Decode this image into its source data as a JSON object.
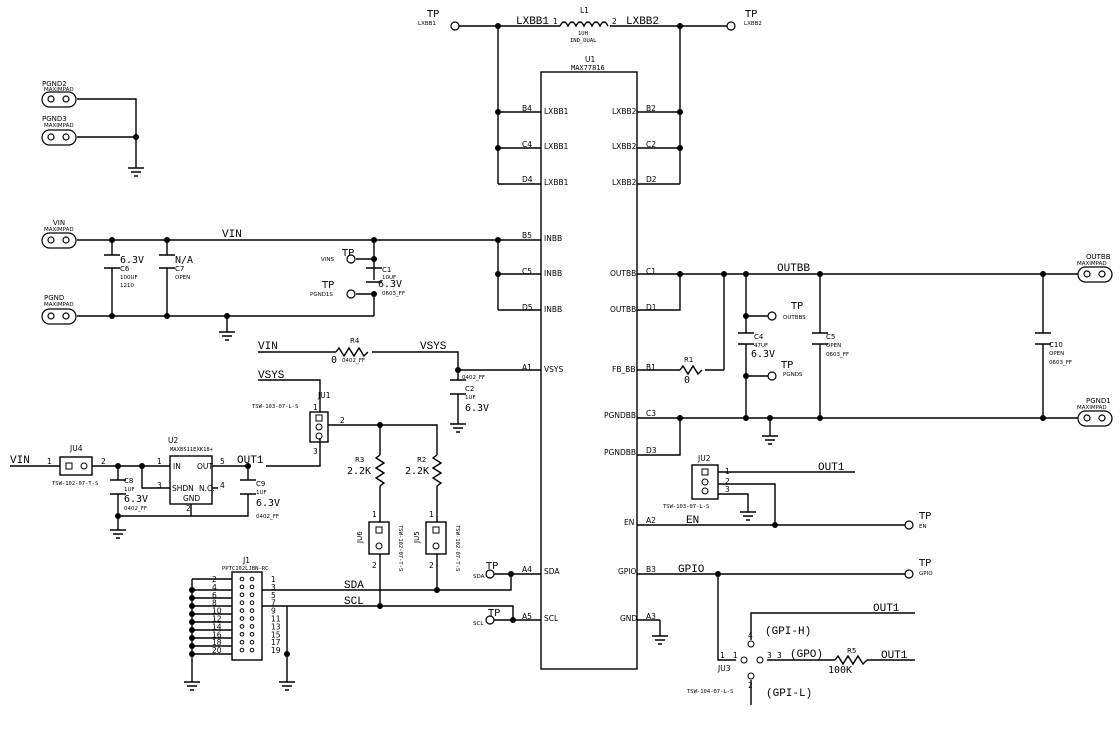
{
  "u1": {
    "ref": "U1",
    "part": "MAX77816",
    "left_pins": [
      {
        "num": "B4",
        "name": "LXBB1"
      },
      {
        "num": "C4",
        "name": "LXBB1"
      },
      {
        "num": "D4",
        "name": "LXBB1"
      },
      {
        "num": "B5",
        "name": "INBB"
      },
      {
        "num": "C5",
        "name": "INBB"
      },
      {
        "num": "D5",
        "name": "INBB"
      },
      {
        "num": "A1",
        "name": "VSYS"
      },
      {
        "num": "A4",
        "name": "SDA"
      },
      {
        "num": "A5",
        "name": "SCL"
      }
    ],
    "right_pins": [
      {
        "num": "B2",
        "name": "LXBB2"
      },
      {
        "num": "C2",
        "name": "LXBB2"
      },
      {
        "num": "D2",
        "name": "LXBB2"
      },
      {
        "num": "C1",
        "name": "OUTBB"
      },
      {
        "num": "D1",
        "name": "OUTBB"
      },
      {
        "num": "B1",
        "name": "FB_BB"
      },
      {
        "num": "C3",
        "name": "PGNDBB"
      },
      {
        "num": "D3",
        "name": "PGNDBB"
      },
      {
        "num": "A2",
        "name": "EN"
      },
      {
        "num": "B3",
        "name": "GPIO"
      },
      {
        "num": "A3",
        "name": "GND"
      }
    ]
  },
  "l1": {
    "ref": "L1",
    "value": "1UH",
    "part": "IND_DUAL",
    "pin1": "1",
    "pin2": "2"
  },
  "nets": {
    "lxbb1": "LXBB1",
    "lxbb2": "LXBB2",
    "vin": "VIN",
    "vsys": "VSYS",
    "out1": "OUT1",
    "outbb": "OUTBB",
    "sda": "SDA",
    "scl": "SCL",
    "en": "EN",
    "gpio": "GPIO"
  },
  "testpoints": {
    "tp": "TP",
    "lxbb1": "LXBB1",
    "lxbb2": "LXBB2",
    "vins": "VINS",
    "pgnd1s": "PGND1S",
    "outbbs": "OUTBBS",
    "pgnds": "PGNDS",
    "en": "EN",
    "gpio": "GPIO",
    "sda": "SDA",
    "scl": "SCL"
  },
  "pads": {
    "pgnd2": "PGND2",
    "pgnd3": "PGND3",
    "vin": "VIN",
    "pgnd": "PGND",
    "outbb": "OUTBB",
    "pgnd1": "PGND1",
    "maximpad": "MAXIMPAD"
  },
  "caps": {
    "c1": {
      "ref": "C1",
      "value": "10UF",
      "volt": "6.3V",
      "pkg": "0603_FF"
    },
    "c2": {
      "ref": "C2",
      "value": "1UF",
      "volt": "6.3V",
      "pkg": "0402_FF"
    },
    "c4": {
      "ref": "C4",
      "value": "47UF",
      "volt": "6.3V"
    },
    "c5": {
      "ref": "C5",
      "value": "OPEN",
      "pkg": "0603_FF"
    },
    "c6": {
      "ref": "C6",
      "value": "100UF",
      "volt": "6.3V",
      "pkg": "1210"
    },
    "c7": {
      "ref": "C7",
      "value": "OPEN",
      "volt": "N/A"
    },
    "c8": {
      "ref": "C8",
      "value": "1UF",
      "volt": "6.3V",
      "pkg": "0402_FF"
    },
    "c9": {
      "ref": "C9",
      "value": "1UF",
      "volt": "6.3V",
      "pkg": "0402_FF"
    },
    "c10": {
      "ref": "C10",
      "value": "OPEN",
      "pkg": "0603_FF"
    }
  },
  "resistors": {
    "r1": {
      "ref": "R1",
      "value": "0"
    },
    "r2": {
      "ref": "R2",
      "value": "2.2K"
    },
    "r3": {
      "ref": "R3",
      "value": "2.2K"
    },
    "r4": {
      "ref": "R4",
      "value": "0",
      "pkg": "0402_FF"
    },
    "r5": {
      "ref": "R5",
      "value": "100K"
    }
  },
  "u2": {
    "ref": "U2",
    "part": "MAX8511EXK18+",
    "in": "IN",
    "out": "OUT",
    "shdn": "SHDN",
    "nc": "N.C.",
    "gnd": "GND",
    "p1": "1",
    "p2": "2",
    "p3": "3",
    "p4": "4",
    "p5": "5"
  },
  "jumpers": {
    "ju1": {
      "ref": "JU1",
      "part": "TSW-103-07-L-S",
      "p1": "1",
      "p2": "2",
      "p3": "3"
    },
    "ju2": {
      "ref": "JU2",
      "part": "TSW-103-07-L-S",
      "p1": "1",
      "p2": "2",
      "p3": "3"
    },
    "ju3": {
      "ref": "JU3",
      "part": "TSW-104-07-L-S",
      "p1": "1",
      "p2": "2",
      "p3": "3",
      "p4": "4",
      "gpih": "(GPI-H)",
      "gpo": "(GPO)",
      "gpil": "(GPI-L)"
    },
    "ju4": {
      "ref": "JU4",
      "part": "TSW-102-07-T-S",
      "p1": "1",
      "p2": "2"
    },
    "ju5": {
      "ref": "JU5",
      "part": "TSW-102-07-T-S",
      "p1": "1",
      "p2": "2"
    },
    "ju6": {
      "ref": "JU6",
      "part": "TSW-102-07-T-S",
      "p1": "1",
      "p2": "2"
    }
  },
  "j1": {
    "ref": "J1",
    "part": "PPTC102LJBN-RC",
    "left": [
      "2",
      "4",
      "6",
      "8",
      "10",
      "12",
      "14",
      "16",
      "18",
      "20"
    ],
    "right": [
      "1",
      "3",
      "5",
      "7",
      "9",
      "11",
      "13",
      "15",
      "17",
      "19"
    ]
  }
}
